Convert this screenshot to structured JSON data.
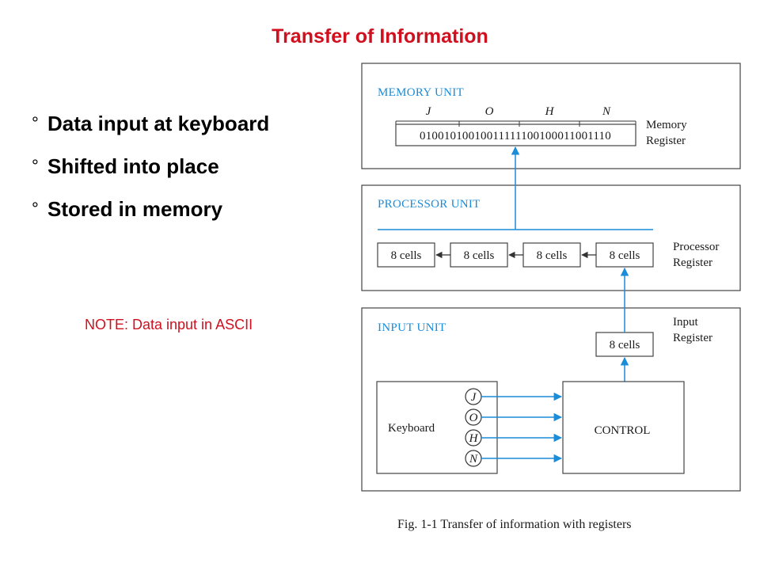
{
  "title": "Transfer of Information",
  "bullets": {
    "marker": "°",
    "items": [
      "Data input at keyboard",
      "Shifted into place",
      "Stored in memory"
    ]
  },
  "note": "NOTE: Data input in ASCII",
  "diagram": {
    "memory_unit": {
      "label": "MEMORY UNIT",
      "letters": [
        "J",
        "O",
        "H",
        "N"
      ],
      "bits": "01001010010011111100100011001110",
      "register_label": [
        "Memory",
        "Register"
      ]
    },
    "processor_unit": {
      "label": "PROCESSOR UNIT",
      "cells": [
        "8 cells",
        "8 cells",
        "8 cells",
        "8 cells"
      ],
      "register_label": [
        "Processor",
        "Register"
      ]
    },
    "input_unit": {
      "label": "INPUT  UNIT",
      "register_cell": "8 cells",
      "register_label": [
        "Input",
        "Register"
      ],
      "keyboard_label": "Keyboard",
      "control_label": "CONTROL",
      "key_letters": [
        "J",
        "O",
        "H",
        "N"
      ]
    },
    "caption": "Fig. 1-1  Transfer of information with registers",
    "colors": {
      "accent": "#1a8cd8",
      "line": "#333333"
    }
  }
}
